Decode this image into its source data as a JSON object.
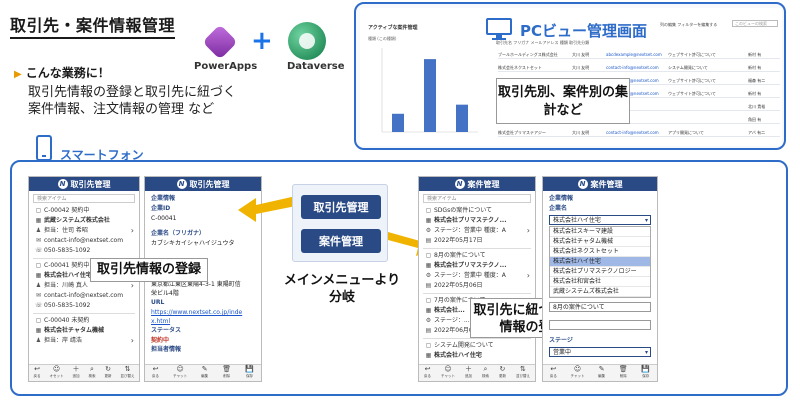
{
  "title": "取引先・案件情報管理",
  "logos": {
    "powerapps": "PowerApps",
    "dataverse": "Dataverse",
    "plus": "+"
  },
  "business": {
    "heading": "こんな業務に！",
    "text1": "取引先情報の登録と取引先に紐づく",
    "text2": "案件情報、注文情報の管理 など"
  },
  "pc": {
    "heading": "PCビュー管理画面",
    "chart_title": "アクティブな案件管理",
    "chart_caption": "種類 (この種類)",
    "top_buttons": "列の編集   フィルターを編集する",
    "search_placeholder": "このビューの検索",
    "table_header": "取引先名              フリガナ          メールアドレス               種類                       取引先分類",
    "callout": "取引先別、案件別の集計など",
    "rows": [
      [
        "ブールホールディングス株式会社",
        "大川 友明",
        "abcdexample@nextset.com",
        "ウェブサイト許可について",
        "新村 有"
      ],
      [
        "株式会社ネクストセット",
        "大川 友明",
        "contact-info@nextset.com",
        "システム開発について",
        "新村 有"
      ],
      [
        "株式会社スキーマ建設",
        "多 正光",
        "contact-info@nextset.com",
        "ウェブサイト許可について",
        "福森 有二"
      ],
      [
        "株式会社チャタム組",
        "大川 友明",
        "contact-info@nextset.com",
        "ウェブサイト許可について",
        "新村 有"
      ],
      [
        "株式会社プリマステアジー",
        "",
        "",
        "",
        "北川 貴裕"
      ],
      [
        "株式会社日本技研",
        "",
        "",
        "",
        "角田 有"
      ],
      [
        "株式会社プリマステアジー",
        "大川 友明",
        "contact-info@nextset.com",
        "アプリ開発について",
        "アバ 有二"
      ]
    ]
  },
  "chart_data": {
    "type": "bar",
    "categories": [
      "",
      "",
      ""
    ],
    "values": [
      1,
      4,
      1.5
    ],
    "ylim": [
      0,
      4.5
    ],
    "bar_color": "#4472c4"
  },
  "smartphone": {
    "label": "スマートフォン",
    "screen1": {
      "header": "取引先管理",
      "search": "検索アイテム",
      "items": [
        {
          "code": "C-00042   契約中",
          "name": "武蔵システムズ株式会社",
          "person": "担当：住司 希昭",
          "email": "contact-info@nextset.com",
          "phone": "050-5835-1092"
        },
        {
          "code": "C-00041   契約中",
          "name": "株式会社ハイ住宅",
          "person": "担当：川崎 真人",
          "email": "contact-info@nextset.com",
          "phone": "050-5835-1092"
        },
        {
          "code": "C-00040   未契約",
          "name": "株式会社チャタム機械",
          "person": "担当：岸 靖浩",
          "email": "",
          "phone": ""
        }
      ],
      "bottom": [
        "戻る",
        "オセット",
        "追加",
        "検索",
        "更新",
        "並び替え"
      ]
    },
    "screen2": {
      "header": "取引先管理",
      "section": "企業情報",
      "id_label": "企業ID",
      "id_value": "C-00041",
      "name_label": "企業名（フリガナ）",
      "name_value": "カブシキカイシャハイジュウタ",
      "addr_label": "企業住所",
      "addr_value1": "東京都江東区東陽4-3-1 東陽町信",
      "addr_value2": "栄ビル4階",
      "url_label": "URL",
      "url_value1": "https://www.nextset.co.jp/inde",
      "url_value2": "x.html",
      "status_label": "ステータス",
      "status_value": "契約中",
      "contact_label": "担当者情報",
      "bottom": [
        "戻る",
        "チャット",
        "編集",
        "削除",
        "保存"
      ]
    },
    "menu": {
      "btn1": "取引先管理",
      "btn2": "案件管理",
      "caption": "メインメニューより分岐"
    },
    "callout_register": "取引先情報の登録",
    "callout_case": "取引先に紐づく案件情報の登録",
    "screen3": {
      "header": "案件管理",
      "search": "検索アイテム",
      "items": [
        {
          "title": "SDGsの案件について",
          "company": "株式会社プリマステクノ...",
          "stage": "ステージ：営業中  種度：A",
          "date": "2022年05月17日"
        },
        {
          "title": "8月の案件について",
          "company": "株式会社プリマステクノ...",
          "stage": "ステージ：営業中  種度：A",
          "date": "2022年05月06日"
        },
        {
          "title": "7月の案件について",
          "company": "株式会社...",
          "stage": "ステージ：...",
          "date": "2022年06月09日"
        },
        {
          "title": "システム開発について",
          "company": "株式会社ハイ住宅",
          "stage": "",
          "date": ""
        }
      ],
      "bottom": [
        "戻る",
        "チャット",
        "追加",
        "検索",
        "更新",
        "並び替え"
      ]
    },
    "screen4": {
      "header": "案件管理",
      "section": "企業情報",
      "company_label": "企業名",
      "selected": "株式会社ハイ住宅",
      "options": [
        "株式会社スキーマ建設",
        "株式会社チャタム機械",
        "株式会社ネクストセット",
        "株式会社ハイ住宅",
        "株式会社プリマステクノロジー",
        "株式会社和宮会社",
        "武蔵システムズ株式会社"
      ],
      "case_value": "8月の案件について",
      "stage_label": "ステージ",
      "stage_value": "営業中",
      "bottom": [
        "戻る",
        "チャット",
        "編集",
        "削除",
        "保存"
      ]
    }
  }
}
